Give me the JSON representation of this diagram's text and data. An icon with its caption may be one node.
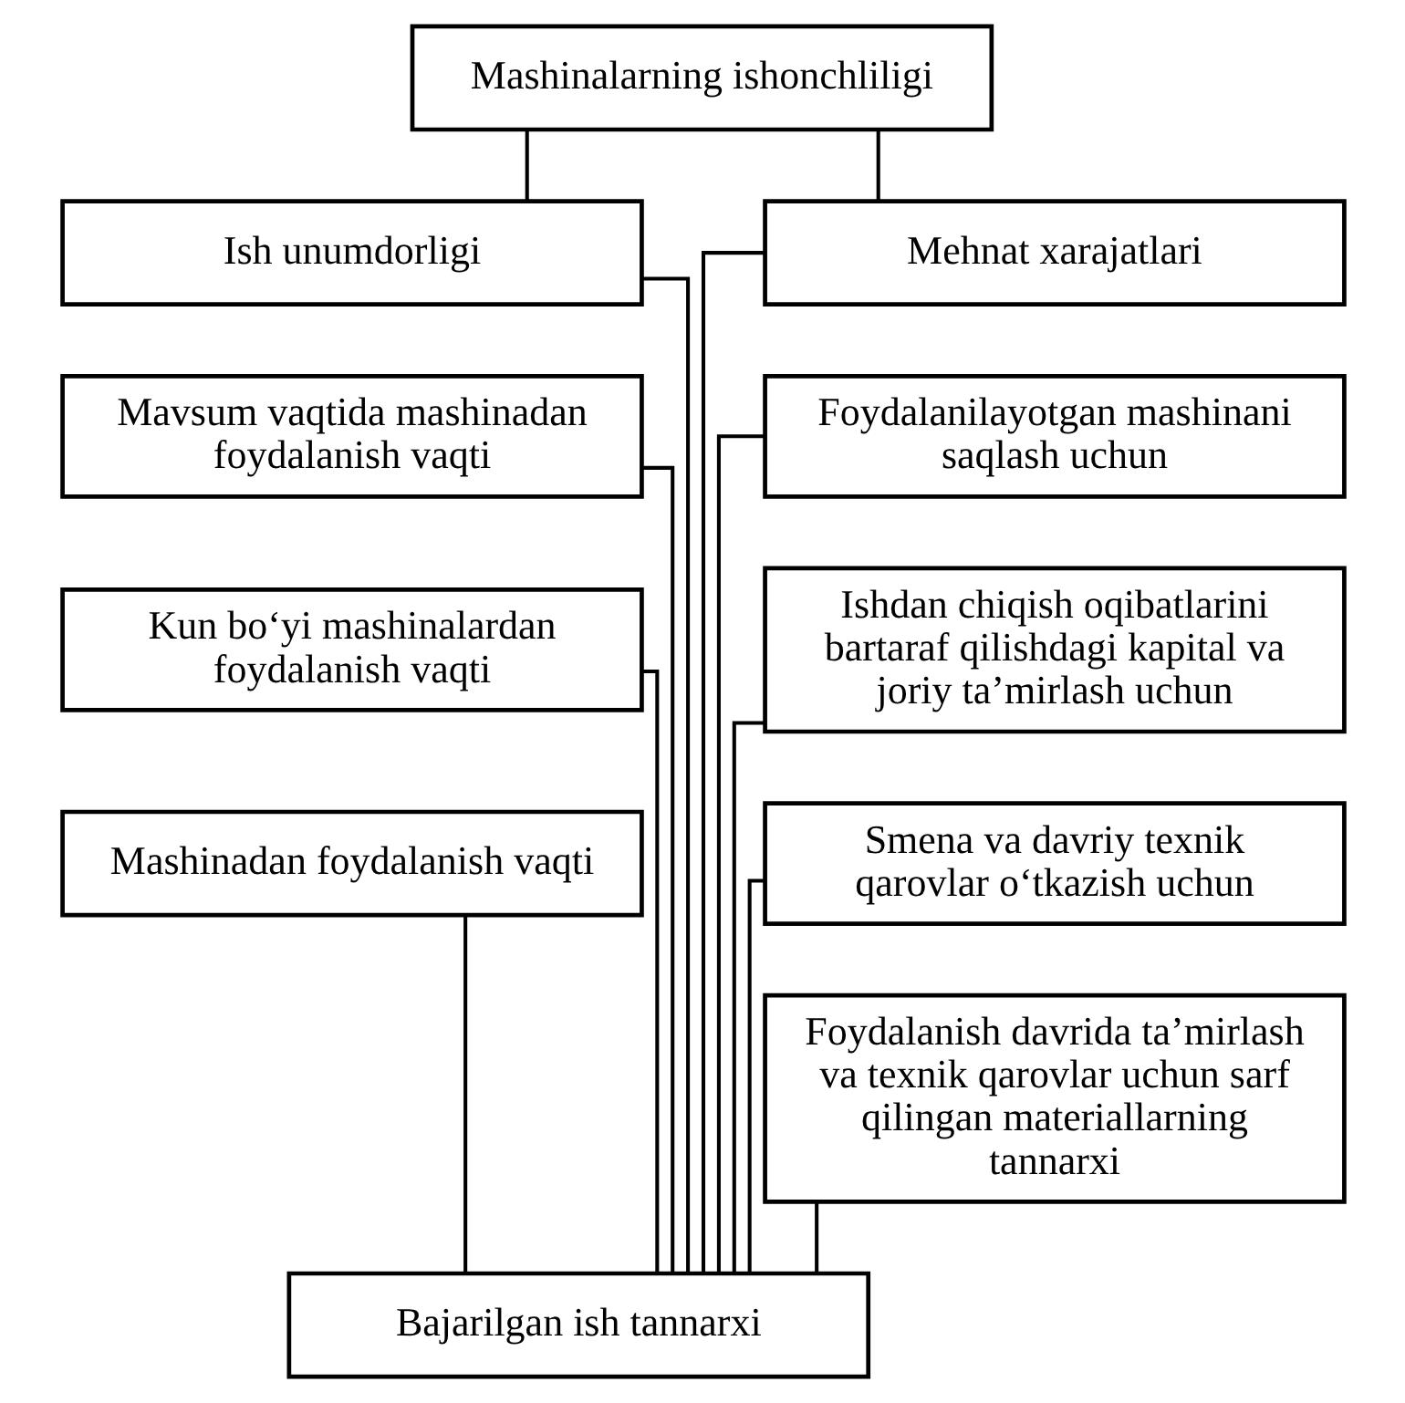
{
  "diagram": {
    "nodes": [
      {
        "text": [
          "Mashinalarning ishonchliligi"
        ]
      },
      {
        "text": [
          "Ish unumdorligi"
        ]
      },
      {
        "text": [
          "Mehnat xarajatlari"
        ]
      },
      {
        "text": [
          "Mavsum vaqtida mashinadan foydalanish vaqti"
        ]
      },
      {
        "text": [
          "Foydalanilayotgan mashinani saqlash uchun"
        ]
      },
      {
        "text": [
          "Kun bo‘yi mashinalardan foydalanish vaqti"
        ]
      },
      {
        "text": [
          "Ishdan chiqish oqibatlarini bartaraf qilishdagi kapital va joriy ta’mirlash uchun"
        ]
      },
      {
        "text": [
          "Mashinadan foydalanish vaqti"
        ]
      },
      {
        "text": [
          "Smena va davriy texnik qarovlar o‘tkazish uchun"
        ]
      },
      {
        "text": [
          "Foydalanish davrida ta’mirlash va texnik qarovlar uchun sarf qilingan materiallarning tannarxi"
        ]
      },
      {
        "text": [
          "Bajarilgan ish tannarxi"
        ]
      }
    ],
    "edges": [
      {
        "from": 0,
        "to": 1,
        "arrow": "none"
      },
      {
        "from": 0,
        "to": 2,
        "arrow": "none"
      },
      {
        "from": 1,
        "to": 10,
        "arrow": "none"
      },
      {
        "from": 2,
        "to": 10,
        "arrow": "none"
      },
      {
        "from": 3,
        "to": 10,
        "arrow": "none"
      },
      {
        "from": 4,
        "to": 10,
        "arrow": "none"
      },
      {
        "from": 5,
        "to": 10,
        "arrow": "none"
      },
      {
        "from": 6,
        "to": 10,
        "arrow": "none"
      },
      {
        "from": 7,
        "to": 10,
        "arrow": "none"
      },
      {
        "from": 8,
        "to": 10,
        "arrow": "none"
      },
      {
        "from": 9,
        "to": 10,
        "arrow": "none"
      }
    ]
  }
}
